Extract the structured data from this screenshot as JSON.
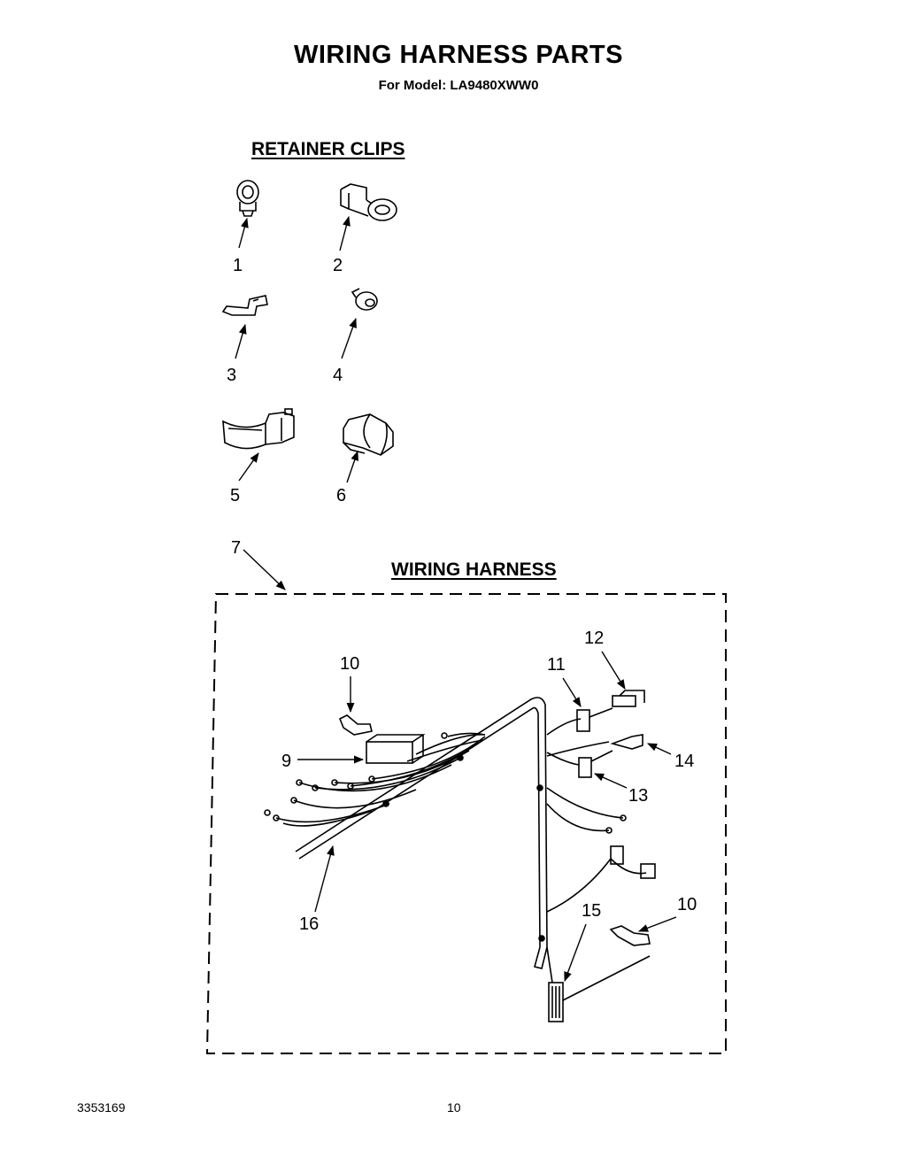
{
  "title": "WIRING HARNESS PARTS",
  "subtitle": "For Model: LA9480XWW0",
  "sections": {
    "retainer_clips": "RETAINER CLIPS",
    "wiring_harness": "WIRING HARNESS"
  },
  "callouts": {
    "c1": "1",
    "c2": "2",
    "c3": "3",
    "c4": "4",
    "c5": "5",
    "c6": "6",
    "c7": "7",
    "c9": "9",
    "c10a": "10",
    "c10b": "10",
    "c11": "11",
    "c12": "12",
    "c13": "13",
    "c14": "14",
    "c15": "15",
    "c16": "16"
  },
  "footer": {
    "document_number": "3353169",
    "page_number": "10"
  }
}
